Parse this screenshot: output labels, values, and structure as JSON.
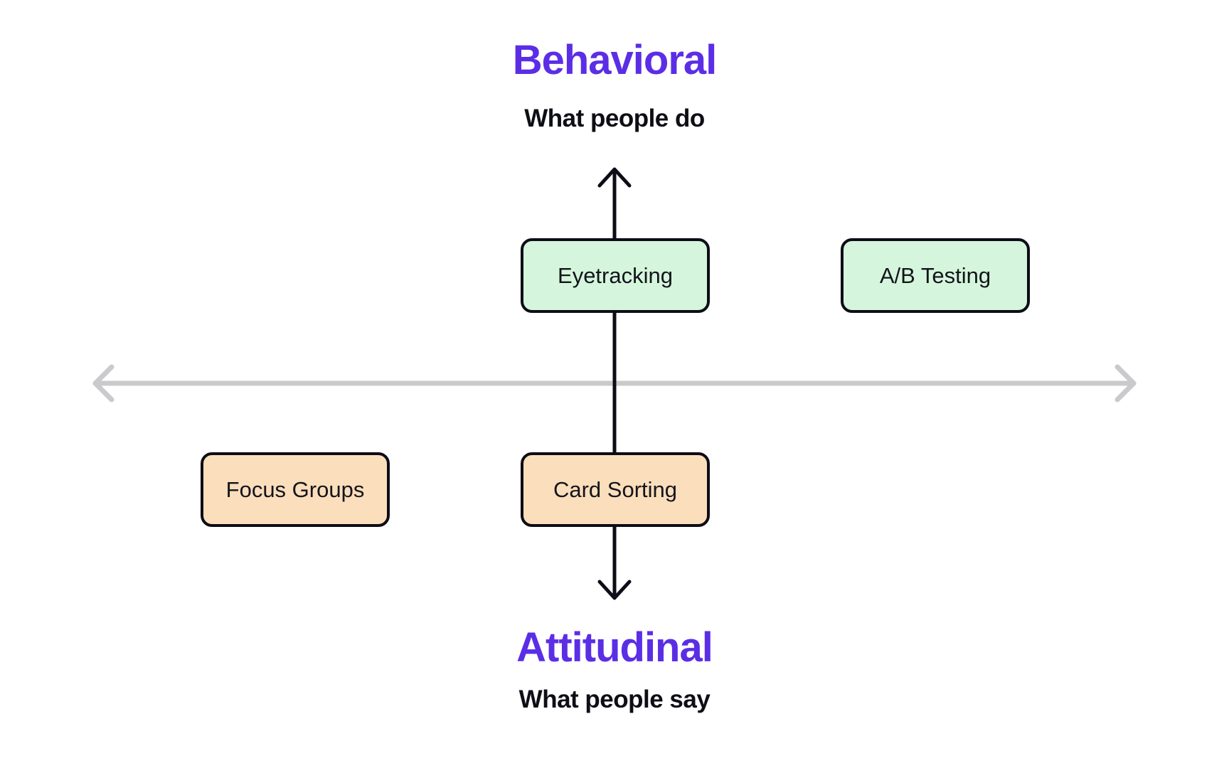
{
  "diagram": {
    "top_axis": {
      "title": "Behavioral",
      "subtitle": "What people do"
    },
    "bottom_axis": {
      "title": "Attitudinal",
      "subtitle": "What people say"
    },
    "nodes": [
      {
        "label": "Eyetracking",
        "type": "behavioral"
      },
      {
        "label": "A/B Testing",
        "type": "behavioral"
      },
      {
        "label": "Focus Groups",
        "type": "attitudinal"
      },
      {
        "label": "Card Sorting",
        "type": "attitudinal"
      }
    ],
    "colors": {
      "axis_title": "#5b2ee6",
      "subtitle_text": "#0e0e16",
      "behavioral_fill": "#d5f6dc",
      "attitudinal_fill": "#fbdebb",
      "node_border": "#0d0d17",
      "node_text": "#14141c",
      "vertical_arrow": "#0d0d17",
      "horizontal_arrow": "#cacacd",
      "background": "#ffffff"
    }
  }
}
